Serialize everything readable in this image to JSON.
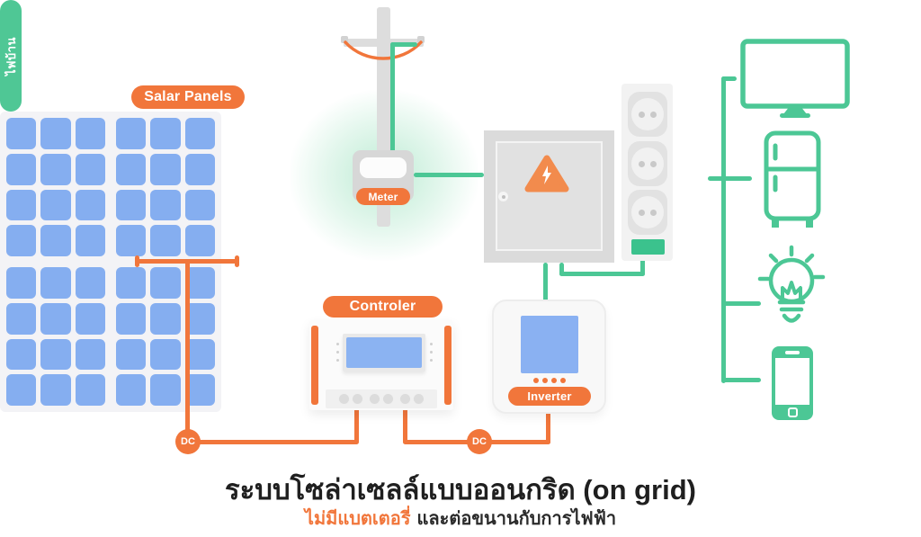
{
  "labels": {
    "solar_panels": "Salar Panels",
    "meter": "Meter",
    "controller": "Controler",
    "inverter": "Inverter",
    "home_power": "ไฟบ้าน",
    "dc_left": "DC",
    "dc_right": "DC"
  },
  "caption": {
    "title": "ระบบโซล่าเซลล์แบบออนกริด (on grid)",
    "subtitle_highlight": "ไม่มีแบตเตอรี่",
    "subtitle_rest": "และต่อขนานกับการไฟฟ้า"
  },
  "solar_panel": {
    "rows": 8,
    "cols": 6,
    "quadrant_rows": 4,
    "quadrant_cols": 3
  },
  "outlets": {
    "count": 3
  },
  "appliances": [
    "tv",
    "refrigerator",
    "light-bulb",
    "smartphone"
  ],
  "colors": {
    "orange": "#F1763B",
    "green": "#4CC795",
    "panel_blue": "#85AEF0",
    "screen_blue": "#8BB3F2",
    "gray": "#DDDDDD",
    "title_text": "#1F1F1F"
  }
}
